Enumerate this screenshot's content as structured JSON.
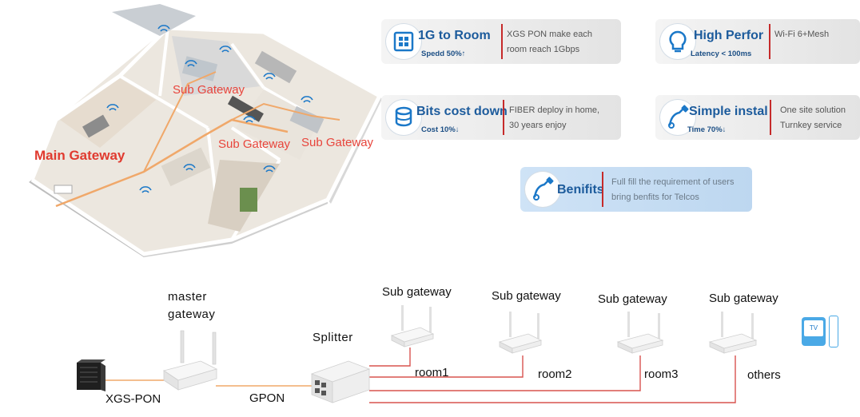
{
  "floorplan": {
    "labels": {
      "main_gateway": "Main Gateway",
      "sub_gateway_1": "Sub Gateway",
      "sub_gateway_2": "Sub Gateway",
      "sub_gateway_3": "Sub Gateway"
    }
  },
  "features": [
    {
      "title": "1G to Room",
      "sub": "Spedd 50%↑",
      "desc1": "XGS PON make each",
      "desc2": "room reach 1Gbps",
      "icon": "ethernet-port-icon"
    },
    {
      "title": "High Perfor",
      "sub": "Latency < 100ms",
      "desc1": "Wi-Fi 6+Mesh",
      "desc2": "",
      "icon": "lightbulb-icon"
    },
    {
      "title": "Bits cost down",
      "sub": "Cost 10%↓",
      "desc1": "FIBER deploy in home,",
      "desc2": "30 years enjoy",
      "icon": "coins-icon"
    },
    {
      "title": "Simple instal",
      "sub": "Time 70%↓",
      "desc1": "One site solution",
      "desc2": "Turnkey service",
      "icon": "cable-icon"
    },
    {
      "title": "Benifits",
      "sub": "",
      "desc1": "Full fill the requirement of users",
      "desc2": "bring benfits for Telcos",
      "icon": "cable-icon"
    }
  ],
  "network": {
    "master_gateway_line1": "master",
    "master_gateway_line2": "gateway",
    "xgs_pon": "XGS-PON",
    "gpon": "GPON",
    "splitter": "Splitter",
    "sub_gateways": [
      "Sub gateway",
      "Sub gateway",
      "Sub gateway",
      "Sub gateway"
    ],
    "rooms": [
      "room1",
      "room2",
      "room3",
      "others"
    ],
    "tv_label": "TV"
  },
  "colors": {
    "accent_red": "#c62a2a",
    "title_blue": "#1c5b9c",
    "fiber_orange": "#f0a86a",
    "sub_line_red": "#d9534f"
  }
}
